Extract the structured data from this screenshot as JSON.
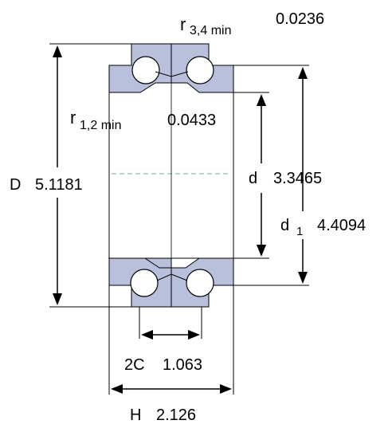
{
  "colors": {
    "ring_fill": "#b9c0dc",
    "ring_stroke": "#000000",
    "ball_fill": "#ffffff",
    "centerline": "#7fa6a6",
    "background": "#ffffff"
  },
  "labels": {
    "r34": {
      "symbol": "r",
      "sub": "3,4 min",
      "value": "0.0236"
    },
    "r12": {
      "symbol": "r",
      "sub": "1,2 min",
      "value": "0.0433"
    },
    "D": {
      "symbol": "D",
      "value": "5.1181"
    },
    "d": {
      "symbol": "d",
      "value": "3.3465"
    },
    "d1": {
      "symbol": "d",
      "sub": "1",
      "value": "4.4094"
    },
    "C2": {
      "symbol": "2C",
      "value": "1.063"
    },
    "H": {
      "symbol": "H",
      "value": "2.126"
    }
  }
}
